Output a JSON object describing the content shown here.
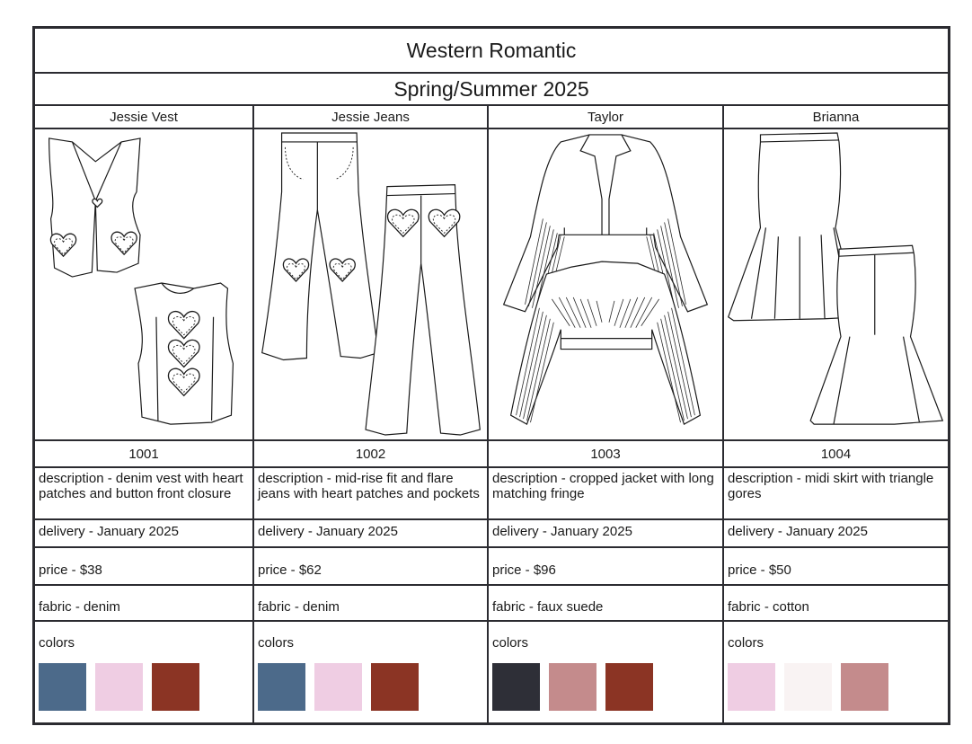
{
  "header": {
    "title": "Western Romantic",
    "season": "Spring/Summer 2025"
  },
  "items": [
    {
      "name": "Jessie Vest",
      "code": "1001",
      "description": "description - denim vest with heart patches and button front closure",
      "delivery": "delivery - January 2025",
      "price": "price - $38",
      "fabric": "fabric - denim",
      "colors_label": "colors",
      "colors": [
        "#4c6a8a",
        "#efcde3",
        "#8b3424"
      ]
    },
    {
      "name": "Jessie Jeans",
      "code": "1002",
      "description": "description - mid-rise fit and flare jeans with heart patches and pockets",
      "delivery": "delivery - January 2025",
      "price": "price - $62",
      "fabric": "fabric - denim",
      "colors_label": "colors",
      "colors": [
        "#4c6a8a",
        "#efcde3",
        "#8b3424"
      ]
    },
    {
      "name": "Taylor",
      "code": "1003",
      "description": "description - cropped jacket with long matching fringe",
      "delivery": "delivery - January 2025",
      "price": "price - $96",
      "fabric": "fabric - faux suede",
      "colors_label": "colors",
      "colors": [
        "#2e2f37",
        "#c48b8c",
        "#8b3424"
      ]
    },
    {
      "name": "Brianna",
      "code": "1004",
      "description": "description - midi skirt with triangle gores",
      "delivery": "delivery - January 2025",
      "price": "price - $50",
      "fabric": "fabric - cotton",
      "colors_label": "colors",
      "colors": [
        "#efcde3",
        "#f9f3f3",
        "#c48b8c"
      ]
    }
  ]
}
